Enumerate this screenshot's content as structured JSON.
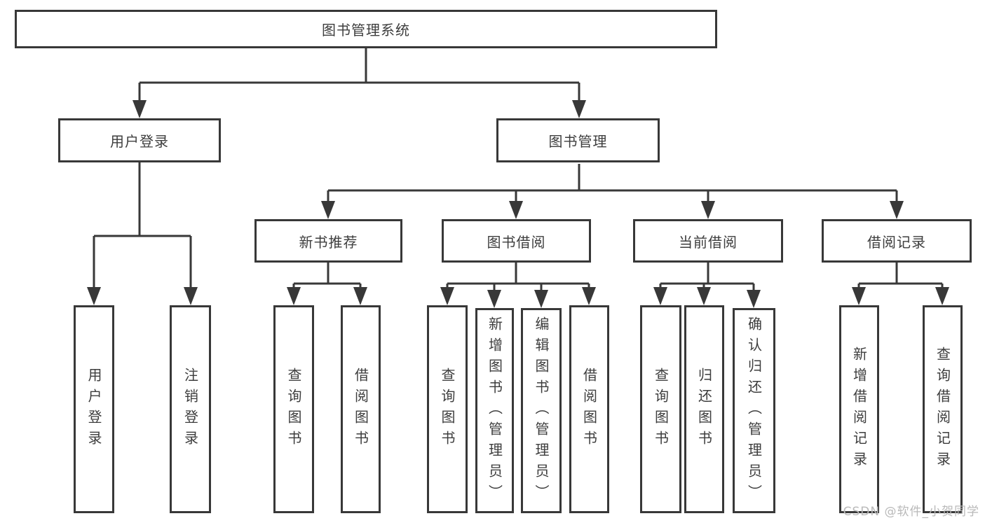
{
  "page": {
    "watermark": "CSDN @软件_小贺同学"
  },
  "colors": {
    "line": "#383838",
    "box_border": "#383838",
    "text": "#3d3d3d",
    "watermark": "#b9b9b9",
    "background": "#ffffff"
  },
  "diagram": {
    "type": "hierarchy-tree",
    "root": {
      "label": "图书管理系统"
    },
    "branches": [
      {
        "label": "用户登录",
        "children": [
          {
            "label": "用户登录"
          },
          {
            "label": "注销登录"
          }
        ]
      },
      {
        "label": "图书管理",
        "children": [
          {
            "label": "新书推荐",
            "children": [
              {
                "label": "查询图书"
              },
              {
                "label": "借阅图书"
              }
            ]
          },
          {
            "label": "图书借阅",
            "children": [
              {
                "label": "查询图书"
              },
              {
                "label": "新增图书（管理员）"
              },
              {
                "label": "编辑图书（管理员）"
              },
              {
                "label": "借阅图书"
              }
            ]
          },
          {
            "label": "当前借阅",
            "children": [
              {
                "label": "查询图书"
              },
              {
                "label": "归还图书"
              },
              {
                "label": "确认归还（管理员）"
              }
            ]
          },
          {
            "label": "借阅记录",
            "children": [
              {
                "label": "新增借阅记录"
              },
              {
                "label": "查询借阅记录"
              }
            ]
          }
        ]
      }
    ]
  }
}
